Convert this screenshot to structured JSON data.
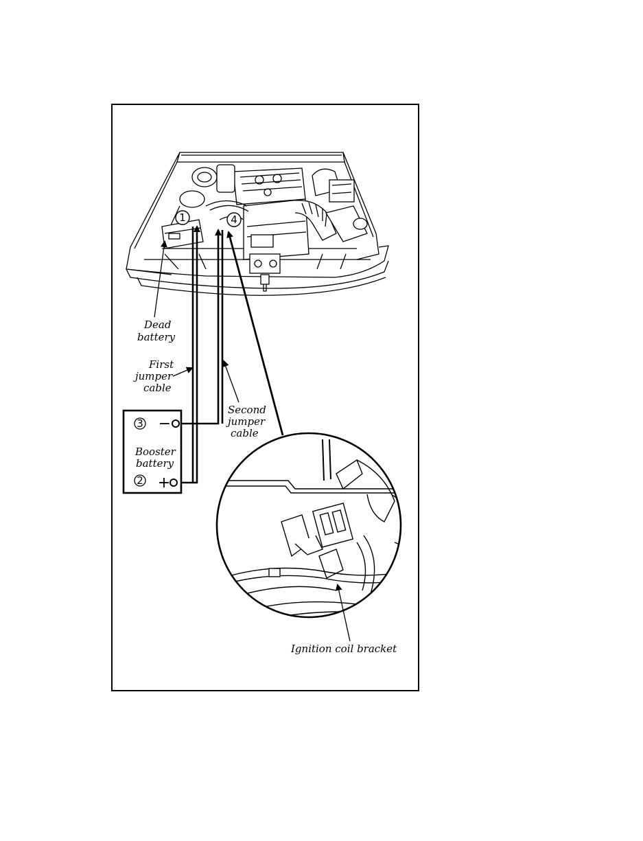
{
  "labels": {
    "dead_battery": [
      "Dead",
      "battery"
    ],
    "first_jumper_cable": [
      "First",
      "jumper",
      "cable"
    ],
    "second_jumper_cable": [
      "Second",
      "jumper",
      "cable"
    ],
    "booster_battery": [
      "Booster",
      "battery"
    ],
    "ignition_coil_bracket": "Ignition coil bracket"
  },
  "step_numbers": [
    "1",
    "2",
    "3",
    "4"
  ],
  "terminals": {
    "negative": "−",
    "positive": "+"
  }
}
